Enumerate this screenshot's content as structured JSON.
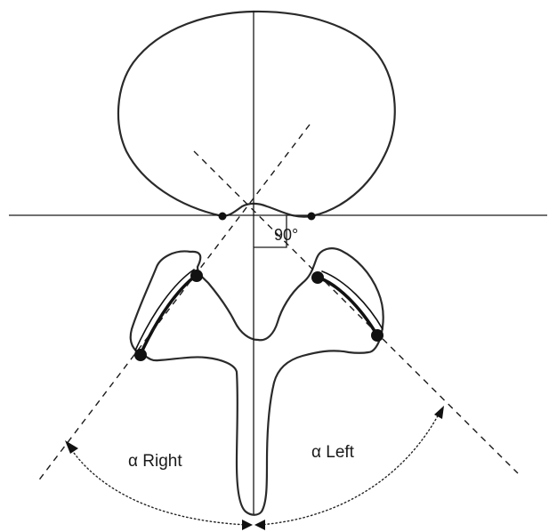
{
  "labels": {
    "right_angle": "α Right",
    "left_angle": "α Left",
    "perpendicular": "90°"
  },
  "colors": {
    "line": "#1a1a1a",
    "background": "#ffffff"
  }
}
